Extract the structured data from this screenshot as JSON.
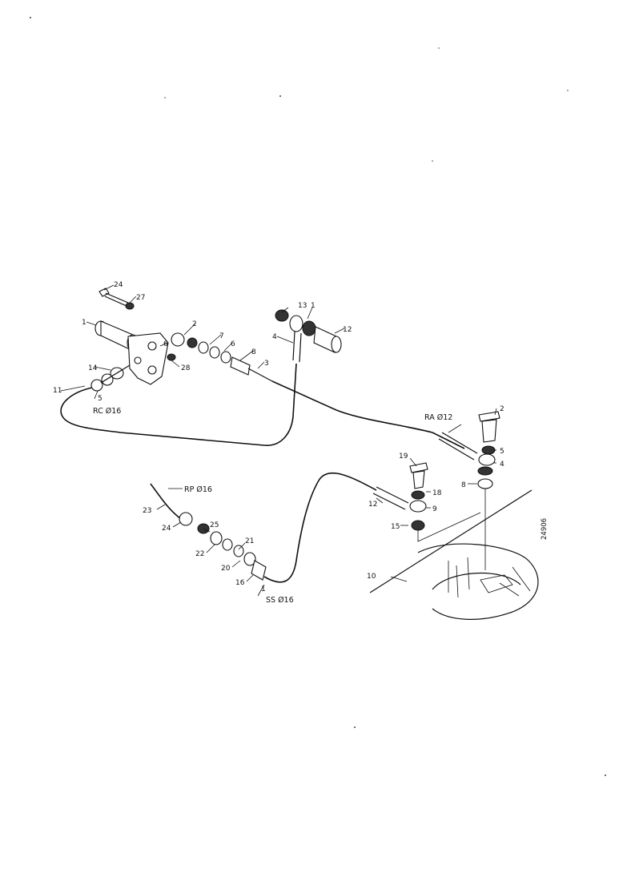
{
  "diagram": {
    "pipe_labels": {
      "rc": "RC Ø16",
      "ra": "RA Ø12",
      "rp": "RP Ø16",
      "ss": "SS Ø16"
    },
    "drawing_code": "24906",
    "part_numbers": {
      "p1a": "1",
      "p1b": "1",
      "p1c": "1",
      "p2a": "2",
      "p2b": "2",
      "p3": "3",
      "p4a": "4",
      "p4b": "4",
      "p5a": "5",
      "p5b": "5",
      "p6a": "6",
      "p6b": "6",
      "p7": "7",
      "p8a": "8",
      "p8b": "8",
      "p9": "9",
      "p10": "10",
      "p11": "11",
      "p12a": "12",
      "p12b": "12",
      "p13": "13",
      "p14": "14",
      "p15": "15",
      "p16": "16",
      "p18": "18",
      "p19": "19",
      "p20": "20",
      "p21": "21",
      "p22": "22",
      "p23": "23",
      "p24a": "24",
      "p24b": "24",
      "p25": "25",
      "p27": "27",
      "p28": "28"
    }
  }
}
